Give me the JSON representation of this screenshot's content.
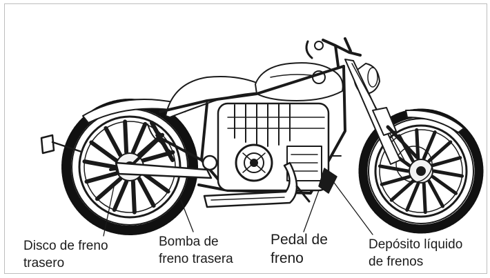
{
  "labels": {
    "rear_brake_disc": "Disco de freno\ntrasero",
    "rear_brake_pump": "Bomba de\nfreno trasera",
    "brake_pedal": "Pedal de\nfreno",
    "brake_fluid_reservoir": "Depósito líquido\nde frenos"
  },
  "colors": {
    "line": "#1a1a1a",
    "tire": "#111111",
    "hub": "#f2f2f2",
    "border": "#bdbdbd"
  }
}
